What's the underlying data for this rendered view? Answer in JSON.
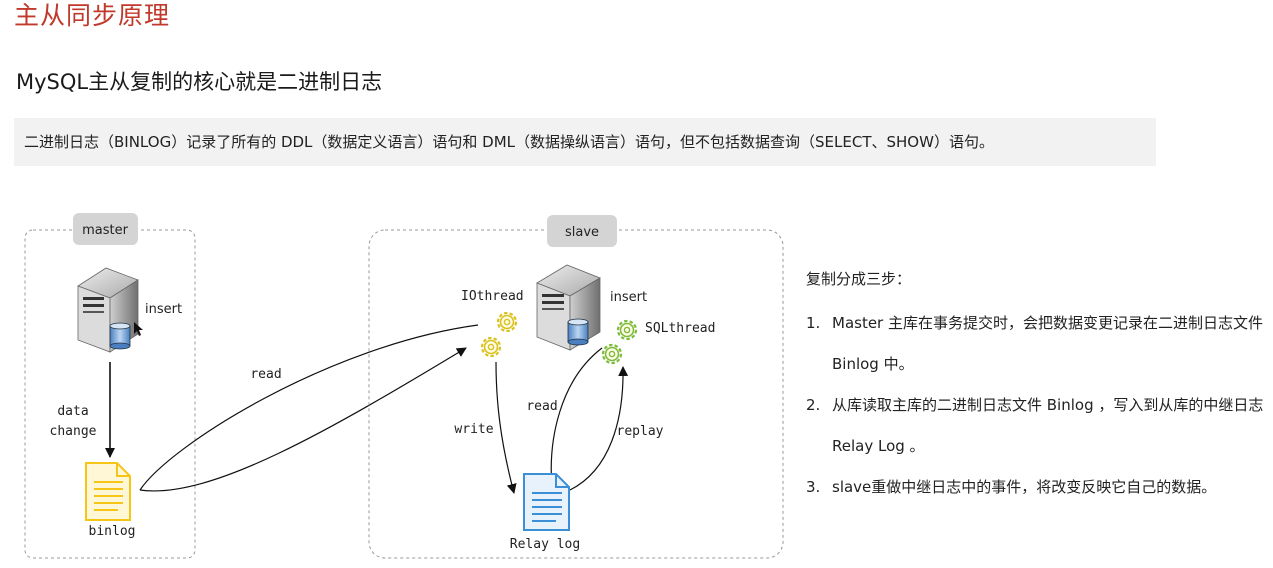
{
  "page": {
    "title": "主从同步原理",
    "subtitle": "MySQL主从复制的核心就是二进制日志",
    "note": "二进制日志（BINLOG）记录了所有的 DDL（数据定义语言）语句和 DML（数据操纵语言）语句，但不包括数据查询（SELECT、SHOW）语句。"
  },
  "diagram": {
    "master_label": "master",
    "slave_label": "slave",
    "master_insert": "insert",
    "slave_insert": "insert",
    "data_change_line1": "data",
    "data_change_line2": "change",
    "binlog": "binlog",
    "read_master": "read",
    "iothread": "IOthread",
    "sqlthread": "SQLthread",
    "write": "write",
    "read_slave": "read",
    "replay": "replay",
    "relay_log": "Relay log"
  },
  "steps": {
    "title": "复制分成三步：",
    "items": [
      {
        "num": "1.",
        "text": "Master 主库在事务提交时，会把数据变更记录在二进制日志文件 Binlog 中。"
      },
      {
        "num": "2.",
        "text": "从库读取主库的二进制日志文件 Binlog ，写入到从库的中继日志 Relay Log 。"
      },
      {
        "num": "3.",
        "text": "slave重做中继日志中的事件，将改变反映它自己的数据。"
      }
    ]
  },
  "colors": {
    "title": "#c0392b",
    "gear": "#d9c21c",
    "gear_green": "#7dbb3a",
    "binlog_doc": "#f5c518",
    "relay_doc": "#3a8fd6",
    "note_bg": "#f2f2f2"
  }
}
